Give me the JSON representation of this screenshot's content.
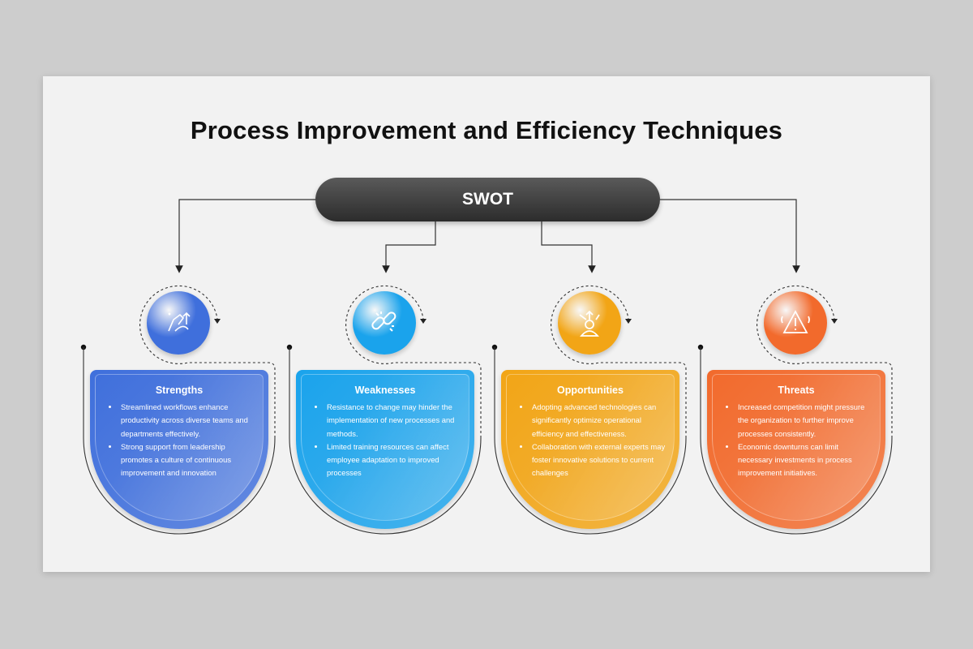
{
  "title": "Process Improvement and Efficiency Techniques",
  "center_label": "SWOT",
  "cards": [
    {
      "title": "Strengths",
      "icon": "strength-arm-icon",
      "color": "#3f6fdc",
      "bullets": [
        "Streamlined workflows enhance productivity across diverse teams and departments effectively.",
        "Strong support from leadership promotes a culture of continuous improvement and innovation"
      ]
    },
    {
      "title": "Weaknesses",
      "icon": "broken-chain-icon",
      "color": "#1aa3ec",
      "bullets": [
        "Resistance to change may hinder the implementation of new processes and methods.",
        "Limited training resources can affect employee adaptation to improved processes"
      ]
    },
    {
      "title": "Opportunities",
      "icon": "person-directions-icon",
      "color": "#f2a516",
      "bullets": [
        "Adopting advanced technologies can significantly optimize operational efficiency and effectiveness.",
        "Collaboration with external experts may foster innovative solutions to current challenges"
      ]
    },
    {
      "title": "Threats",
      "icon": "warning-triangle-icon",
      "color": "#f26a2c",
      "bullets": [
        "Increased competition might pressure the organization to further improve processes consistently.",
        "Economic downturns can limit necessary investments in process improvement initiatives."
      ]
    }
  ]
}
